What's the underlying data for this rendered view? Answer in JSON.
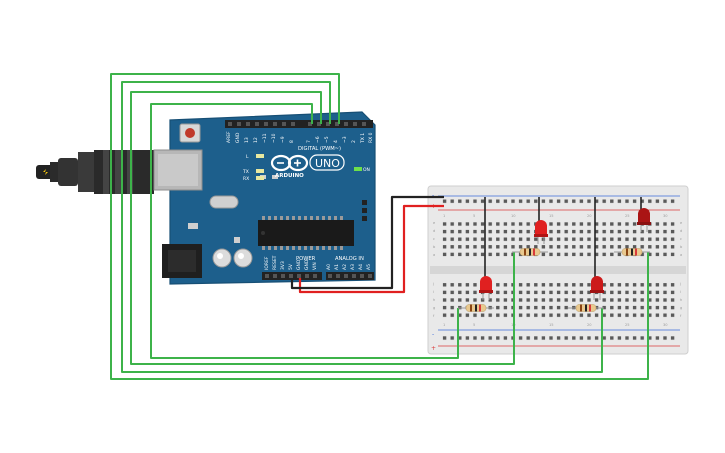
{
  "board": {
    "brand": "ARDUINO",
    "model": "UNO",
    "digital_header": "DIGITAL (PWM~)",
    "power_header": "POWER",
    "analog_header": "ANALOG IN",
    "on_label": "ON",
    "led_l": "L",
    "led_tx": "TX",
    "led_rx": "RX",
    "tx_pin": "TX",
    "rx_pin": "RX",
    "digital_pins": [
      "AREF",
      "GND",
      "13",
      "12",
      "~11",
      "~10",
      "~9",
      "8",
      "7",
      "~6",
      "~5",
      "4",
      "~3",
      "2",
      "TX 1",
      "RX 0"
    ],
    "power_pins": [
      "IOREF",
      "RESET",
      "3V3",
      "5V",
      "GND",
      "GND",
      "VIN"
    ],
    "analog_pins": [
      "A0",
      "A1",
      "A2",
      "A3",
      "A4",
      "A5"
    ],
    "colors": {
      "board": "#1d5f8c",
      "header": "#222222",
      "usb": "#b7b7b7",
      "reset": "#c0392b"
    }
  },
  "breadboard": {
    "columns": [
      "1",
      "5",
      "10",
      "15",
      "20",
      "25",
      "30"
    ],
    "rows_top": [
      "a",
      "b",
      "c",
      "d",
      "e"
    ],
    "rows_bottom": [
      "f",
      "g",
      "h",
      "i",
      "j"
    ],
    "rail_plus": "+",
    "rail_minus": "-"
  },
  "components": {
    "leds": [
      {
        "color": "#e02020"
      },
      {
        "color": "#e02020"
      },
      {
        "color": "#cc1a1a"
      },
      {
        "color": "#aa1414"
      }
    ],
    "resistor_color": "#e9c98f"
  },
  "wires": {
    "green": "#3db34a",
    "red": "#e02020",
    "black": "#222222"
  }
}
